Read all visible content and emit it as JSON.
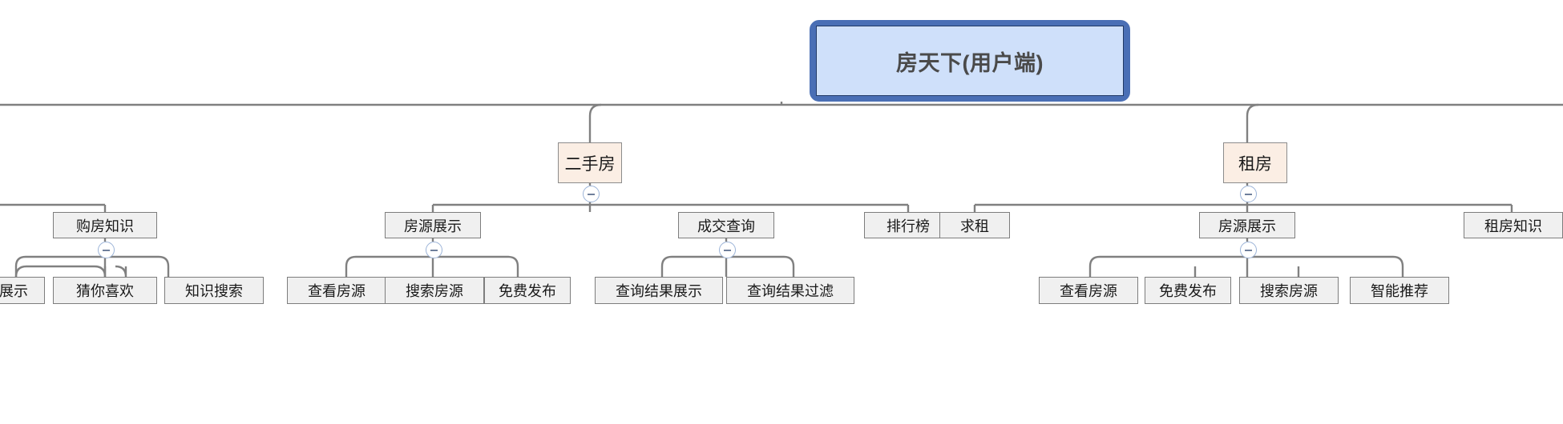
{
  "diagram": {
    "type": "mindmap-tree",
    "title": "房天下(用户端)",
    "colors": {
      "root_border": "#4a6fb5",
      "root_fill": "#cfe0fa",
      "level2_fill": "#fbeee4",
      "level2_border": "#8c8c8c",
      "node_fill": "#f0f0f0",
      "node_border": "#7d7d7d",
      "wire": "#808080",
      "collapse_ring": "#9cb4d8"
    },
    "root": {
      "label": "房天下(用户端)"
    },
    "branches": [
      {
        "label": "购房知识",
        "children": [
          {
            "label": "展示"
          },
          {
            "label": "猜你喜欢"
          },
          {
            "label": "知识搜索"
          }
        ]
      },
      {
        "label": "二手房",
        "children": [
          {
            "label": "房源展示",
            "children": [
              {
                "label": "查看房源"
              },
              {
                "label": "搜索房源"
              },
              {
                "label": "免费发布"
              }
            ]
          },
          {
            "label": "成交查询",
            "children": [
              {
                "label": "查询结果展示"
              },
              {
                "label": "查询结果过滤"
              }
            ]
          },
          {
            "label": "排行榜",
            "children": []
          }
        ]
      },
      {
        "label": "租房",
        "children": [
          {
            "label": "求租",
            "children": []
          },
          {
            "label": "房源展示",
            "children": [
              {
                "label": "查看房源"
              },
              {
                "label": "免费发布"
              },
              {
                "label": "搜索房源"
              },
              {
                "label": "智能推荐"
              }
            ]
          },
          {
            "label": "租房知识",
            "children": []
          }
        ]
      }
    ],
    "nodes": {
      "root": {
        "label": "房天下(用户端)"
      },
      "ershoufang": {
        "label": "二手房"
      },
      "zufang": {
        "label": "租房"
      },
      "goufangzhishi": {
        "label": "购房知识"
      },
      "fangyuan_a": {
        "label": "房源展示"
      },
      "chengjiaochaxun": {
        "label": "成交查询"
      },
      "paihangbang": {
        "label": "排行榜"
      },
      "qiuzu": {
        "label": "求租"
      },
      "fangyuan_b": {
        "label": "房源展示"
      },
      "zufangzhishi": {
        "label": "租房知识"
      },
      "zhanshi": {
        "label": "展示"
      },
      "caini": {
        "label": "猜你喜欢"
      },
      "zhishisousuo": {
        "label": "知识搜索"
      },
      "chakan_a": {
        "label": "查看房源"
      },
      "sousuo_a": {
        "label": "搜索房源"
      },
      "mianfei_a": {
        "label": "免费发布"
      },
      "jieguozhanshi": {
        "label": "查询结果展示"
      },
      "jieguoguolv": {
        "label": "查询结果过滤"
      },
      "chakan_b": {
        "label": "查看房源"
      },
      "mianfei_b": {
        "label": "免费发布"
      },
      "sousuo_b": {
        "label": "搜索房源"
      },
      "zhineng": {
        "label": "智能推荐"
      }
    },
    "collapse_icon": "minus-circle-icon"
  }
}
